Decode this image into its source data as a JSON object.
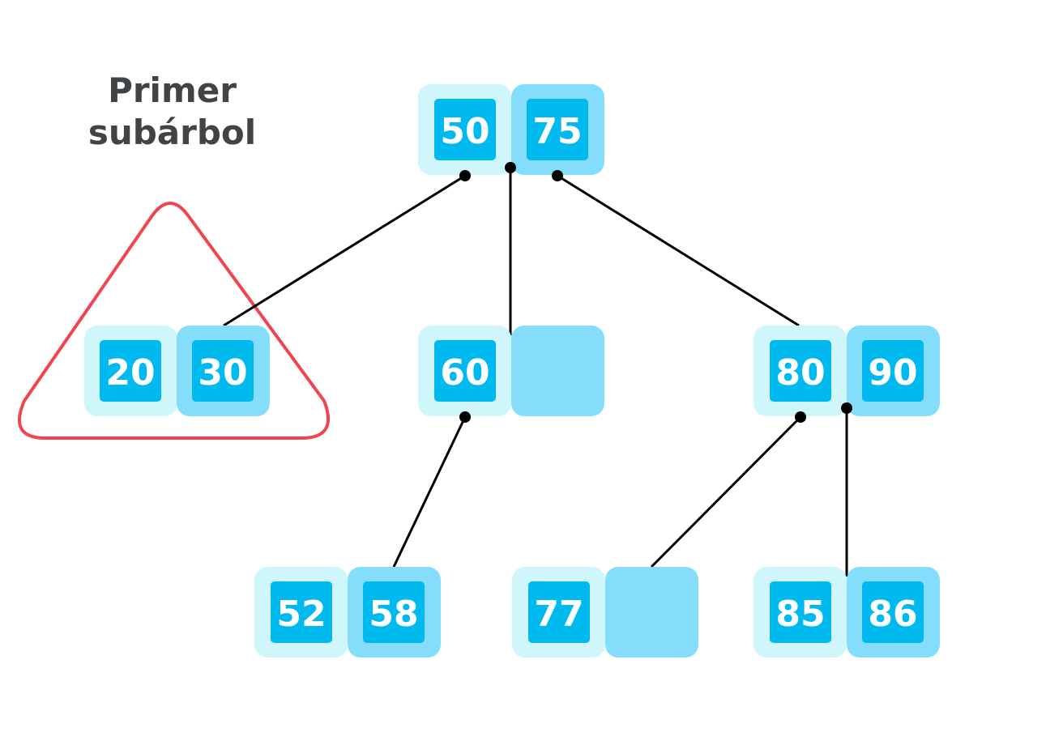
{
  "title": {
    "line1": "Primer",
    "line2": "subárbol"
  },
  "colors": {
    "left_slot": "#cff6fb",
    "right_slot": "#84ddfb",
    "key_box": "#00b9ef",
    "key_text": "#ffffff",
    "edge": "#000000",
    "highlight": "#f0454f",
    "label_text": "#404447"
  },
  "nodes": [
    {
      "id": "root",
      "keys": [
        "50",
        "75"
      ]
    },
    {
      "id": "n20-30",
      "keys": [
        "20",
        "30"
      ]
    },
    {
      "id": "n60",
      "keys": [
        "60"
      ]
    },
    {
      "id": "n80-90",
      "keys": [
        "80",
        "90"
      ]
    },
    {
      "id": "n52-58",
      "keys": [
        "52",
        "58"
      ]
    },
    {
      "id": "n77",
      "keys": [
        "77"
      ]
    },
    {
      "id": "n85-86",
      "keys": [
        "85",
        "86"
      ]
    }
  ]
}
